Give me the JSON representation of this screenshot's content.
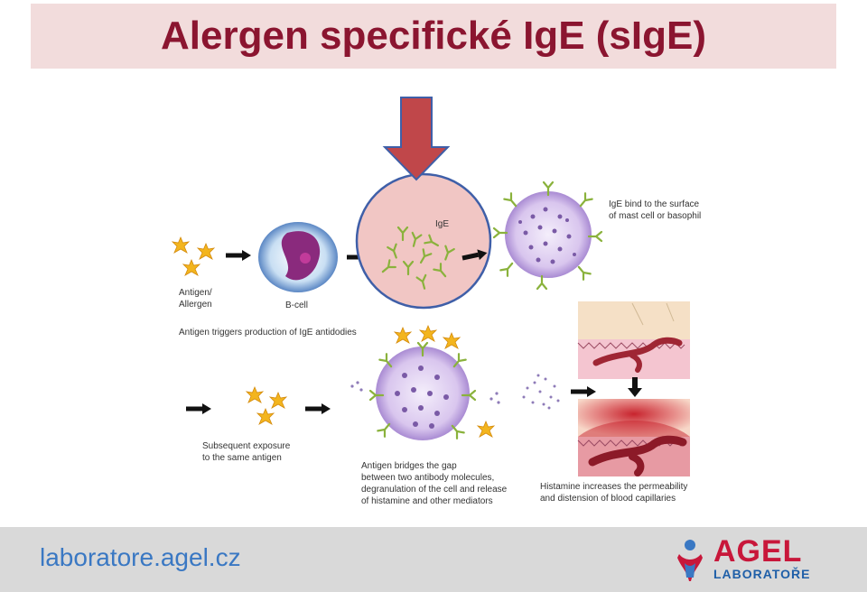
{
  "title": "Alergen specifické IgE (sIgE)",
  "labels": {
    "antigen_allergen": "Antigen/\nAllergen",
    "bcell": "B-cell",
    "ige": "IgE",
    "ige_bind": "IgE bind to the surface\nof mast cell or basophil",
    "trigger": "Antigen triggers production of IgE antidodies",
    "subsequent": "Subsequent exposure\nto the same antigen",
    "bridges": "Antigen bridges the gap\nbetween two antibody molecules,\ndegranulation of the cell and release\nof histamine and other mediators",
    "histamine": "Histamine increases the permeability\nand distension of blood capillaries"
  },
  "footer": {
    "url": "laboratore.agel.cz",
    "logo_brand": "AGEL",
    "logo_sub": "LABORATOŘE"
  },
  "colors": {
    "title": "#8b1530",
    "title_bg": "#f2dcdc",
    "footer_bg": "#d9d9d9",
    "footer_url": "#3a78c3",
    "highlight_arrow": "#c0474a",
    "highlight_circle": "#f1c6c4"
  }
}
